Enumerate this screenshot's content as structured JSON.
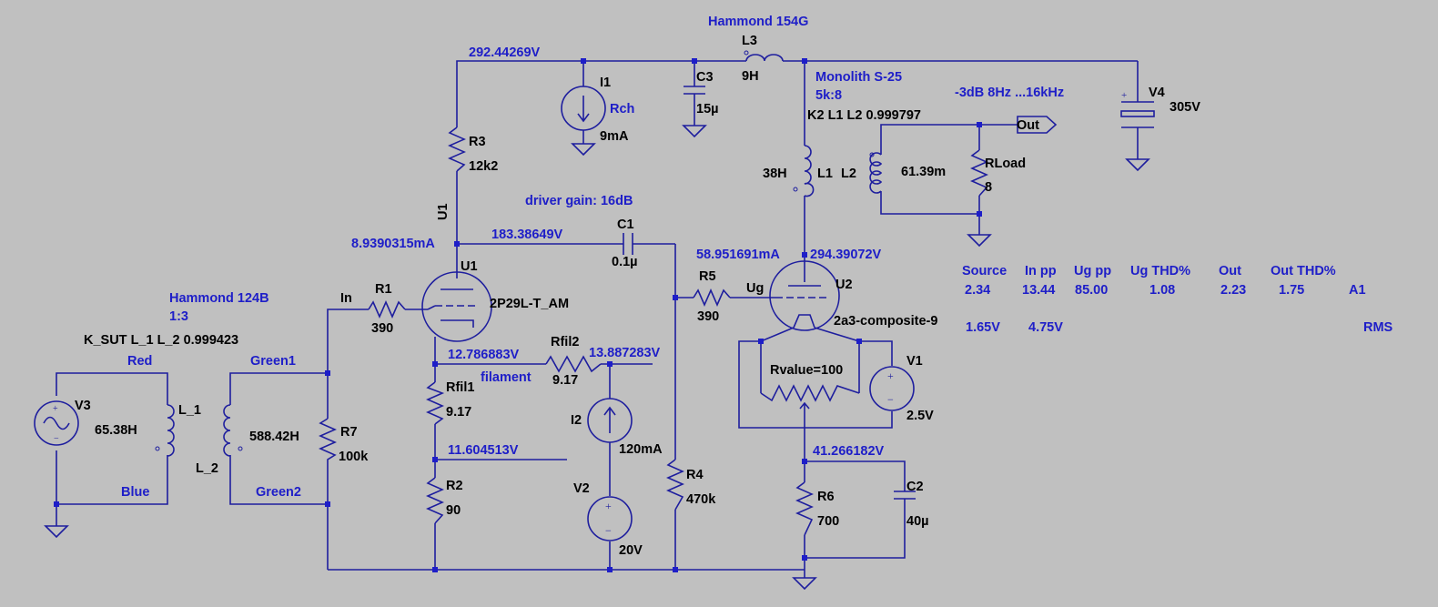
{
  "transformers": {
    "t124b_title": "Hammond 124B",
    "t124b_ratio": "1:3",
    "t124b_coupling": "K_SUT L_1 L_2  0.999423",
    "t154g_title": "Hammond 154G",
    "monolith_title": "Monolith S-25",
    "monolith_ratio": "5k:8",
    "monolith_coupling": "K2 L1 L2 0.999797",
    "bandwidth_note": "-3dB 8Hz ...16kHz"
  },
  "wire_labels": {
    "red": "Red",
    "blue": "Blue",
    "green1": "Green1",
    "green2": "Green2",
    "in": "In",
    "ug": "Ug",
    "out": "Out",
    "filament": "filament",
    "u1_side": "U1"
  },
  "components": {
    "v3": {
      "name": "V3",
      "value": ""
    },
    "l_1": {
      "name": "L_1",
      "value": "65.38H"
    },
    "l_2": {
      "name": "L_2",
      "value": "588.42H"
    },
    "r7": {
      "name": "R7",
      "value": "100k"
    },
    "r1": {
      "name": "R1",
      "value": "390"
    },
    "u1": {
      "name": "U1",
      "value": "2P29L-T_AM"
    },
    "r3": {
      "name": "R3",
      "value": "12k2"
    },
    "i1": {
      "name": "I1",
      "value": "9mA",
      "label": "Rch"
    },
    "c3": {
      "name": "C3",
      "value": "15µ"
    },
    "l3": {
      "name": "L3",
      "value": "9H"
    },
    "c1": {
      "name": "C1",
      "value": "0.1µ"
    },
    "rfil1": {
      "name": "Rfil1",
      "value": "9.17"
    },
    "rfil2": {
      "name": "Rfil2",
      "value": "9.17"
    },
    "i2": {
      "name": "I2",
      "value": "120mA"
    },
    "r2": {
      "name": "R2",
      "value": "90"
    },
    "v2": {
      "name": "V2",
      "value": "20V"
    },
    "r4": {
      "name": "R4",
      "value": "470k"
    },
    "r5": {
      "name": "R5",
      "value": "390"
    },
    "u2": {
      "name": "U2",
      "value": "2a3-composite-9"
    },
    "rvalue": {
      "name": "Rvalue=100",
      "value": ""
    },
    "v1": {
      "name": "V1",
      "value": "2.5V"
    },
    "r6": {
      "name": "R6",
      "value": "700"
    },
    "c2": {
      "name": "C2",
      "value": "40µ"
    },
    "l1": {
      "name": "L1",
      "value": "38H"
    },
    "l2": {
      "name": "L2",
      "value": "61.39m"
    },
    "rload": {
      "name": "RLoad",
      "value": "8"
    },
    "v4": {
      "name": "V4",
      "value": "305V"
    }
  },
  "node_readouts": {
    "b_plus": "292.44269V",
    "u1_current": "8.9390315mA",
    "u1_plate": "183.38649V",
    "fil_left": "12.786883V",
    "fil_right": "13.887283V",
    "fil_low": "11.604513V",
    "u2_current": "58.951691mA",
    "u2_plate": "294.39072V",
    "u2_cathode": "41.266182V"
  },
  "notes": {
    "driver_gain": "driver gain: 16dB"
  },
  "measurements": {
    "headers": [
      "Source",
      "In pp",
      "Ug pp",
      "Ug THD%",
      "Out",
      "Out THD%"
    ],
    "row1": [
      "2.34",
      "13.44",
      "85.00",
      "1.08",
      "2.23",
      "1.75"
    ],
    "row1_tag": "A1",
    "row2": [
      "1.65V",
      "4.75V"
    ],
    "row2_tag": "RMS"
  }
}
